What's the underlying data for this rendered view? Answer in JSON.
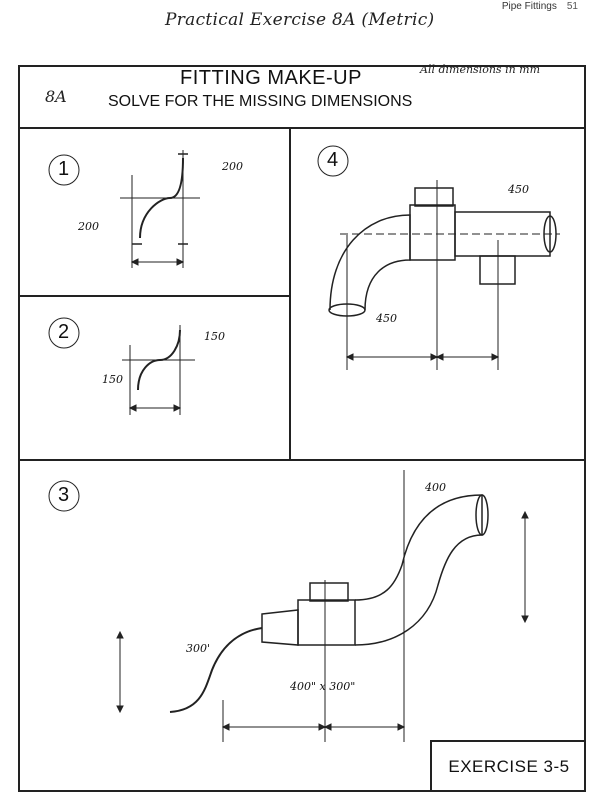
{
  "header": {
    "running_title": "Pipe Fittings",
    "page_mark": "51"
  },
  "handwritten_title": "Practical Exercise 8A (Metric)",
  "handwritten_code": "8A",
  "title": "FITTING MAKE-UP",
  "subtitle": "SOLVE FOR THE MISSING DIMENSIONS",
  "dimension_note": "All dimensions in mm",
  "exercise_label": "EXERCISE 3-5",
  "problems": [
    {
      "number": "1",
      "labels": [
        "200",
        "200"
      ]
    },
    {
      "number": "2",
      "labels": [
        "150",
        "150"
      ]
    },
    {
      "number": "3",
      "labels": [
        "400",
        "300'",
        "400\" x 300\""
      ]
    },
    {
      "number": "4",
      "labels": [
        "450",
        "450"
      ]
    }
  ]
}
